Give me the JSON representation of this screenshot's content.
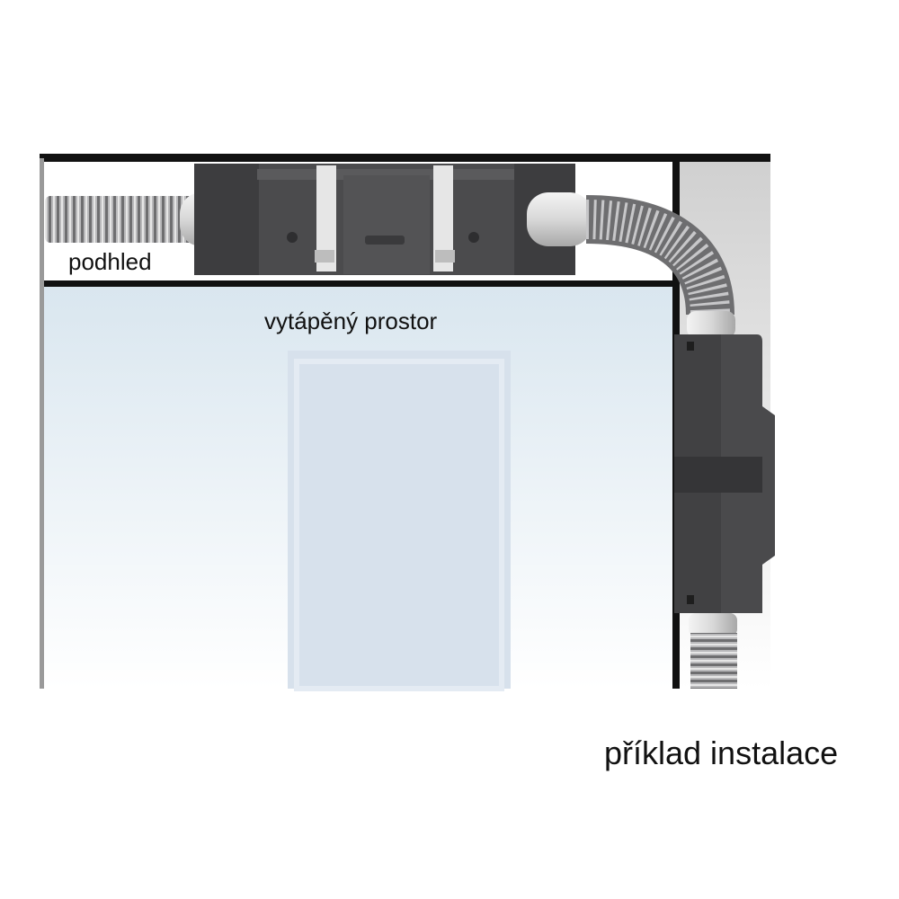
{
  "labels": {
    "ceiling": "podhled",
    "heated_room": "vytápěný prostor",
    "caption": "příklad instalace"
  },
  "colors": {
    "room_fill": "#d9e6ef",
    "wall_line": "#111111",
    "unit_body": "#4b4b4d",
    "unit_dark": "#333335",
    "hose": "#9a9a9c",
    "side_wall": "#d6d6d6"
  }
}
